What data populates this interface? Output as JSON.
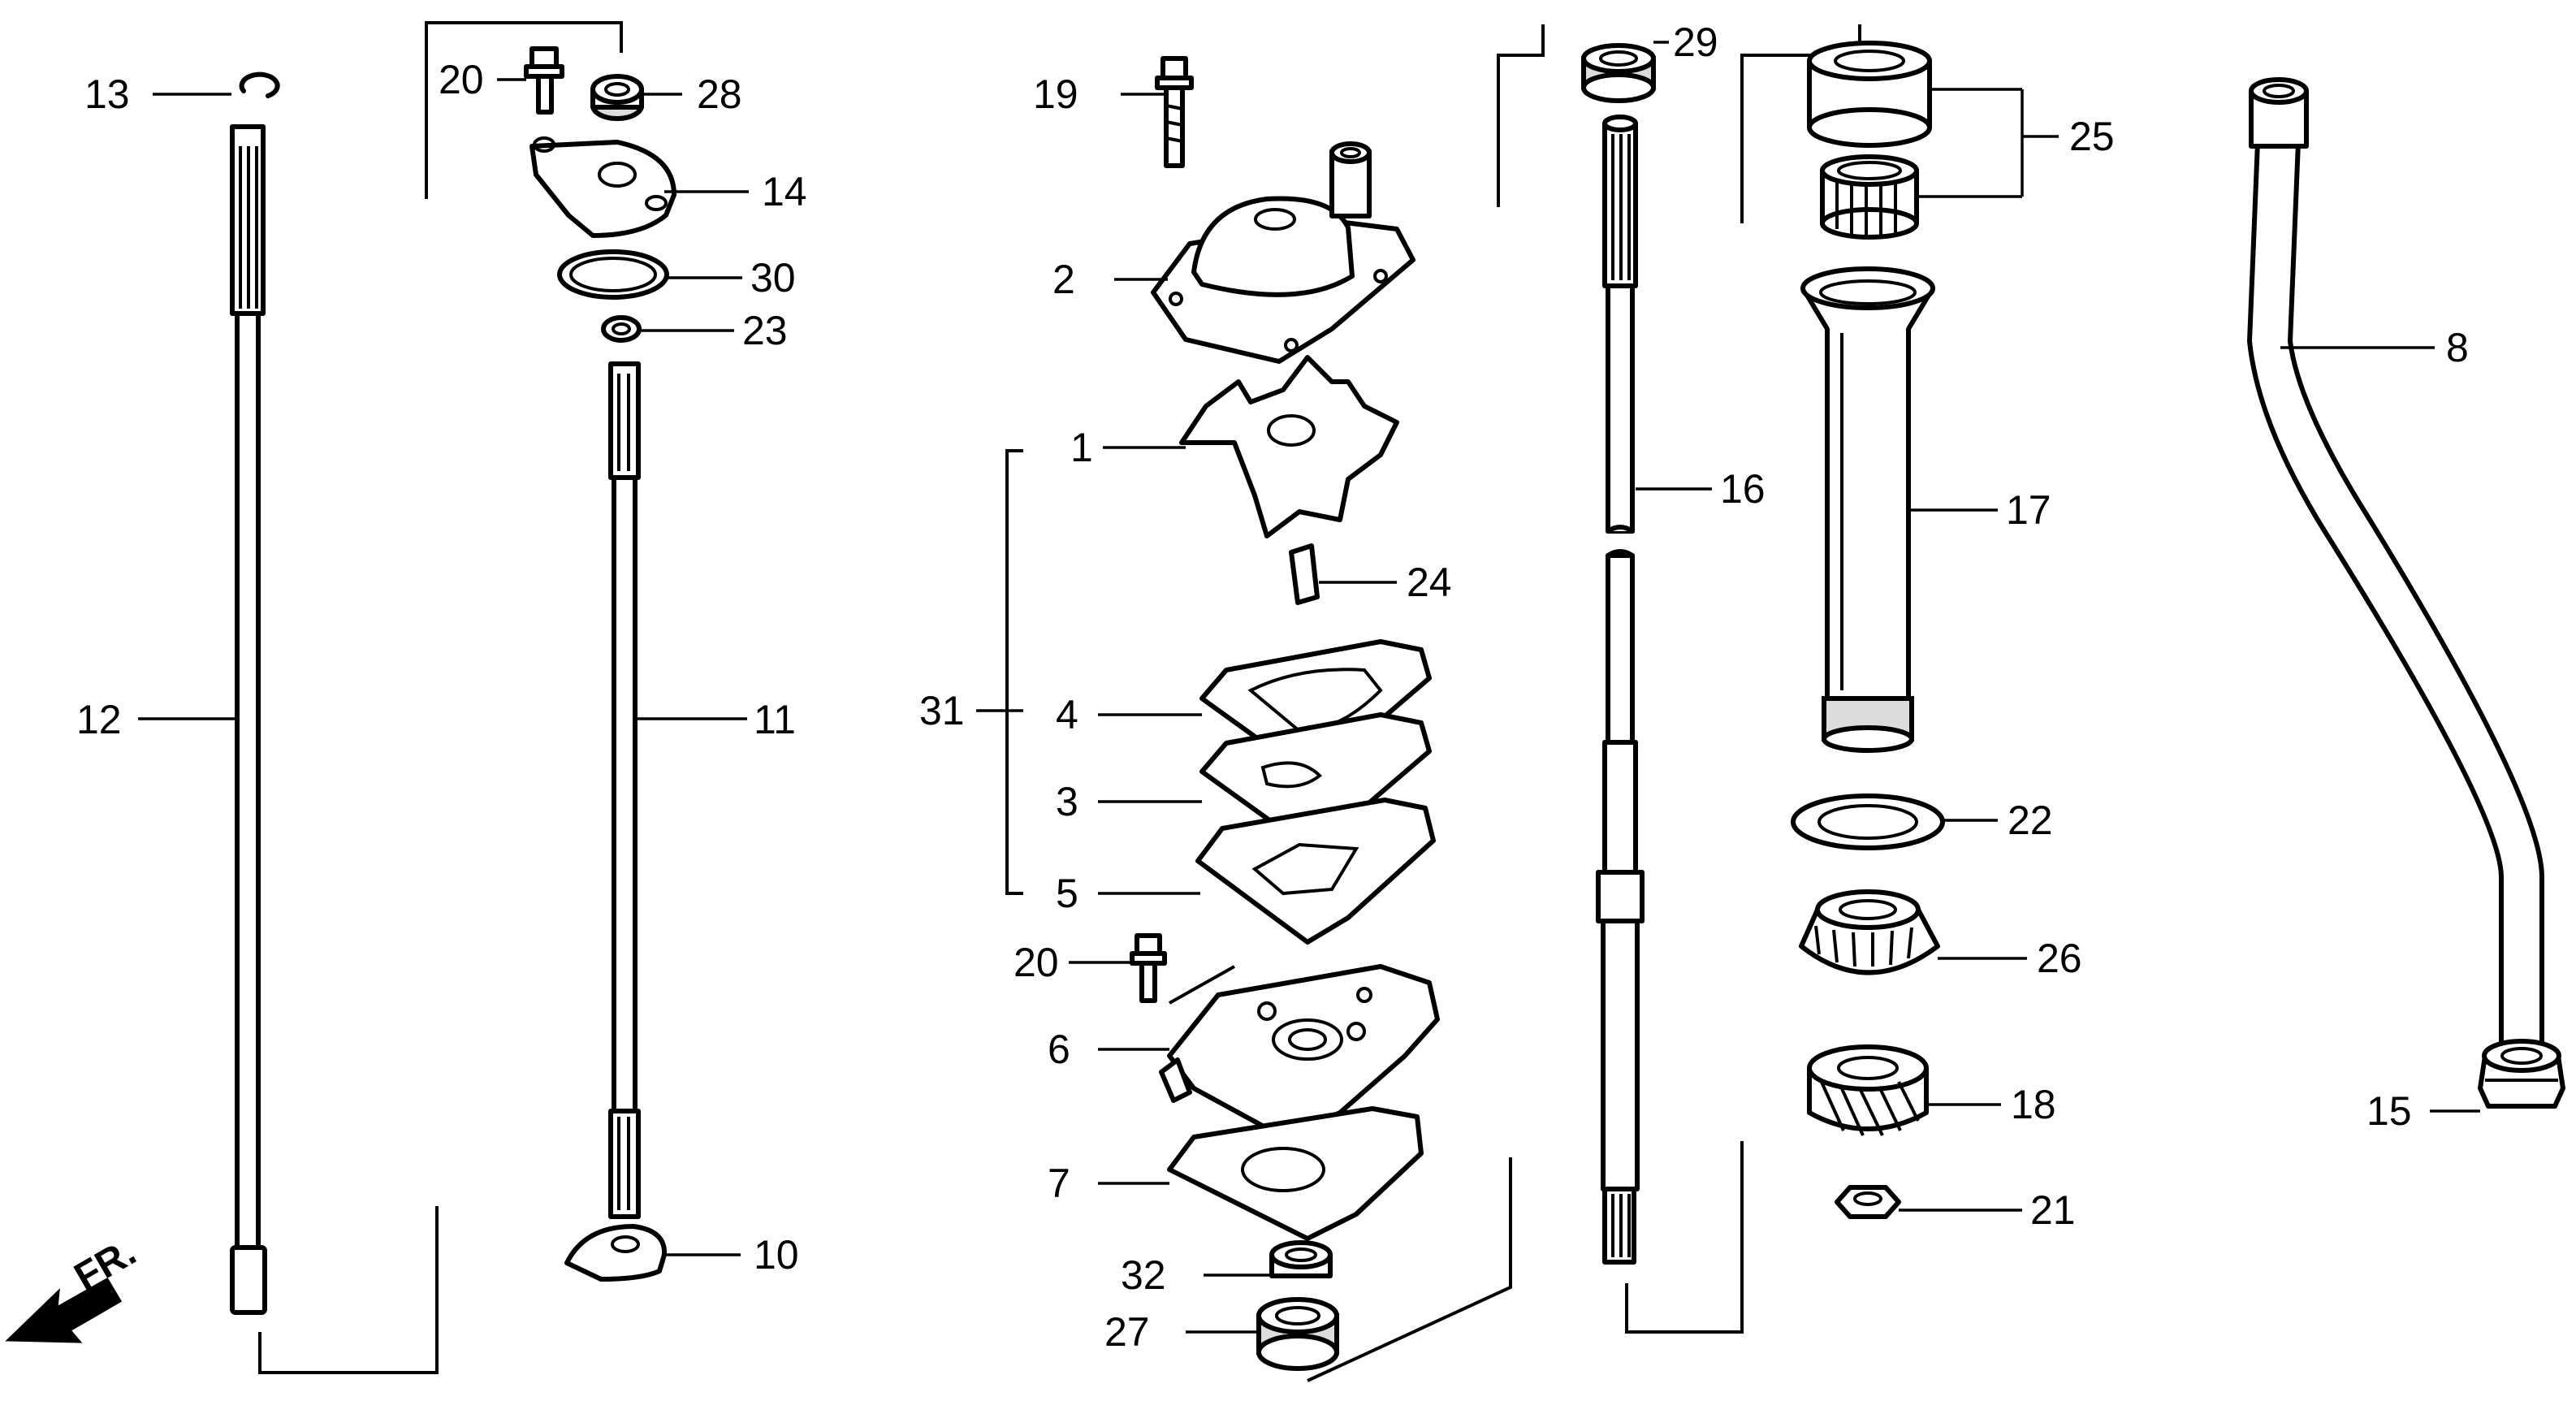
{
  "callouts": {
    "c1": "1",
    "c2": "2",
    "c3": "3",
    "c4": "4",
    "c5": "5",
    "c6": "6",
    "c7": "7",
    "c8": "8",
    "c10": "10",
    "c11": "11",
    "c12": "12",
    "c13": "13",
    "c14": "14",
    "c15": "15",
    "c16": "16",
    "c17": "17",
    "c18": "18",
    "c19": "19",
    "c20a": "20",
    "c20b": "20",
    "c21": "21",
    "c22": "22",
    "c23": "23",
    "c24": "24",
    "c25": "25",
    "c26": "26",
    "c27": "27",
    "c28": "28",
    "c29": "29",
    "c30": "30",
    "c31": "31",
    "c32": "32"
  },
  "direction_label": "FR."
}
